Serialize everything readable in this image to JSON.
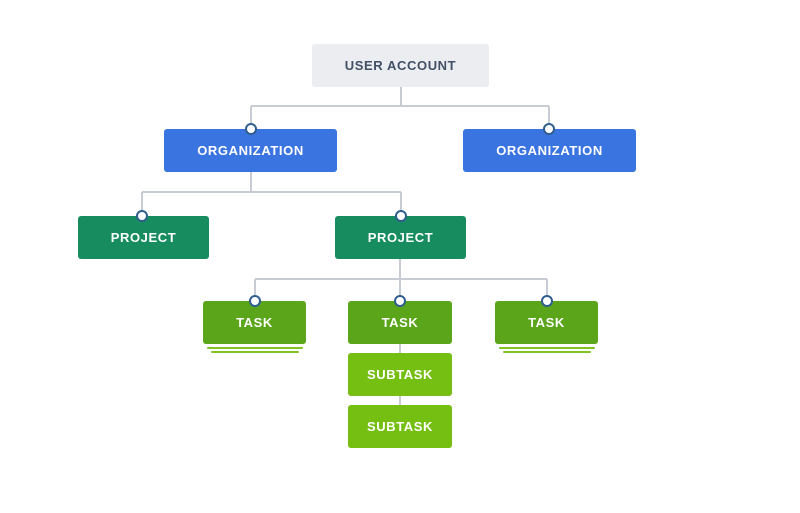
{
  "colors": {
    "connector": "#c7ccd4",
    "dot_border": "#2e5e8e",
    "user_account_bg": "#ebedf0",
    "user_account_text": "#425066",
    "organization_bg": "#3a74e0",
    "project_bg": "#178d5f",
    "task_bg": "#5aa51a",
    "subtask_bg": "#74bf12",
    "stack_line": "#7fc41f",
    "node_text": "#ffffff"
  },
  "nodes": {
    "user_account": {
      "label": "USER ACCOUNT"
    },
    "organization_1": {
      "label": "ORGANIZATION"
    },
    "organization_2": {
      "label": "ORGANIZATION"
    },
    "project_1": {
      "label": "PROJECT"
    },
    "project_2": {
      "label": "PROJECT"
    },
    "task_1": {
      "label": "TASK"
    },
    "task_2": {
      "label": "TASK"
    },
    "task_3": {
      "label": "TASK"
    },
    "subtask_1": {
      "label": "SUBTASK"
    },
    "subtask_2": {
      "label": "SUBTASK"
    }
  }
}
